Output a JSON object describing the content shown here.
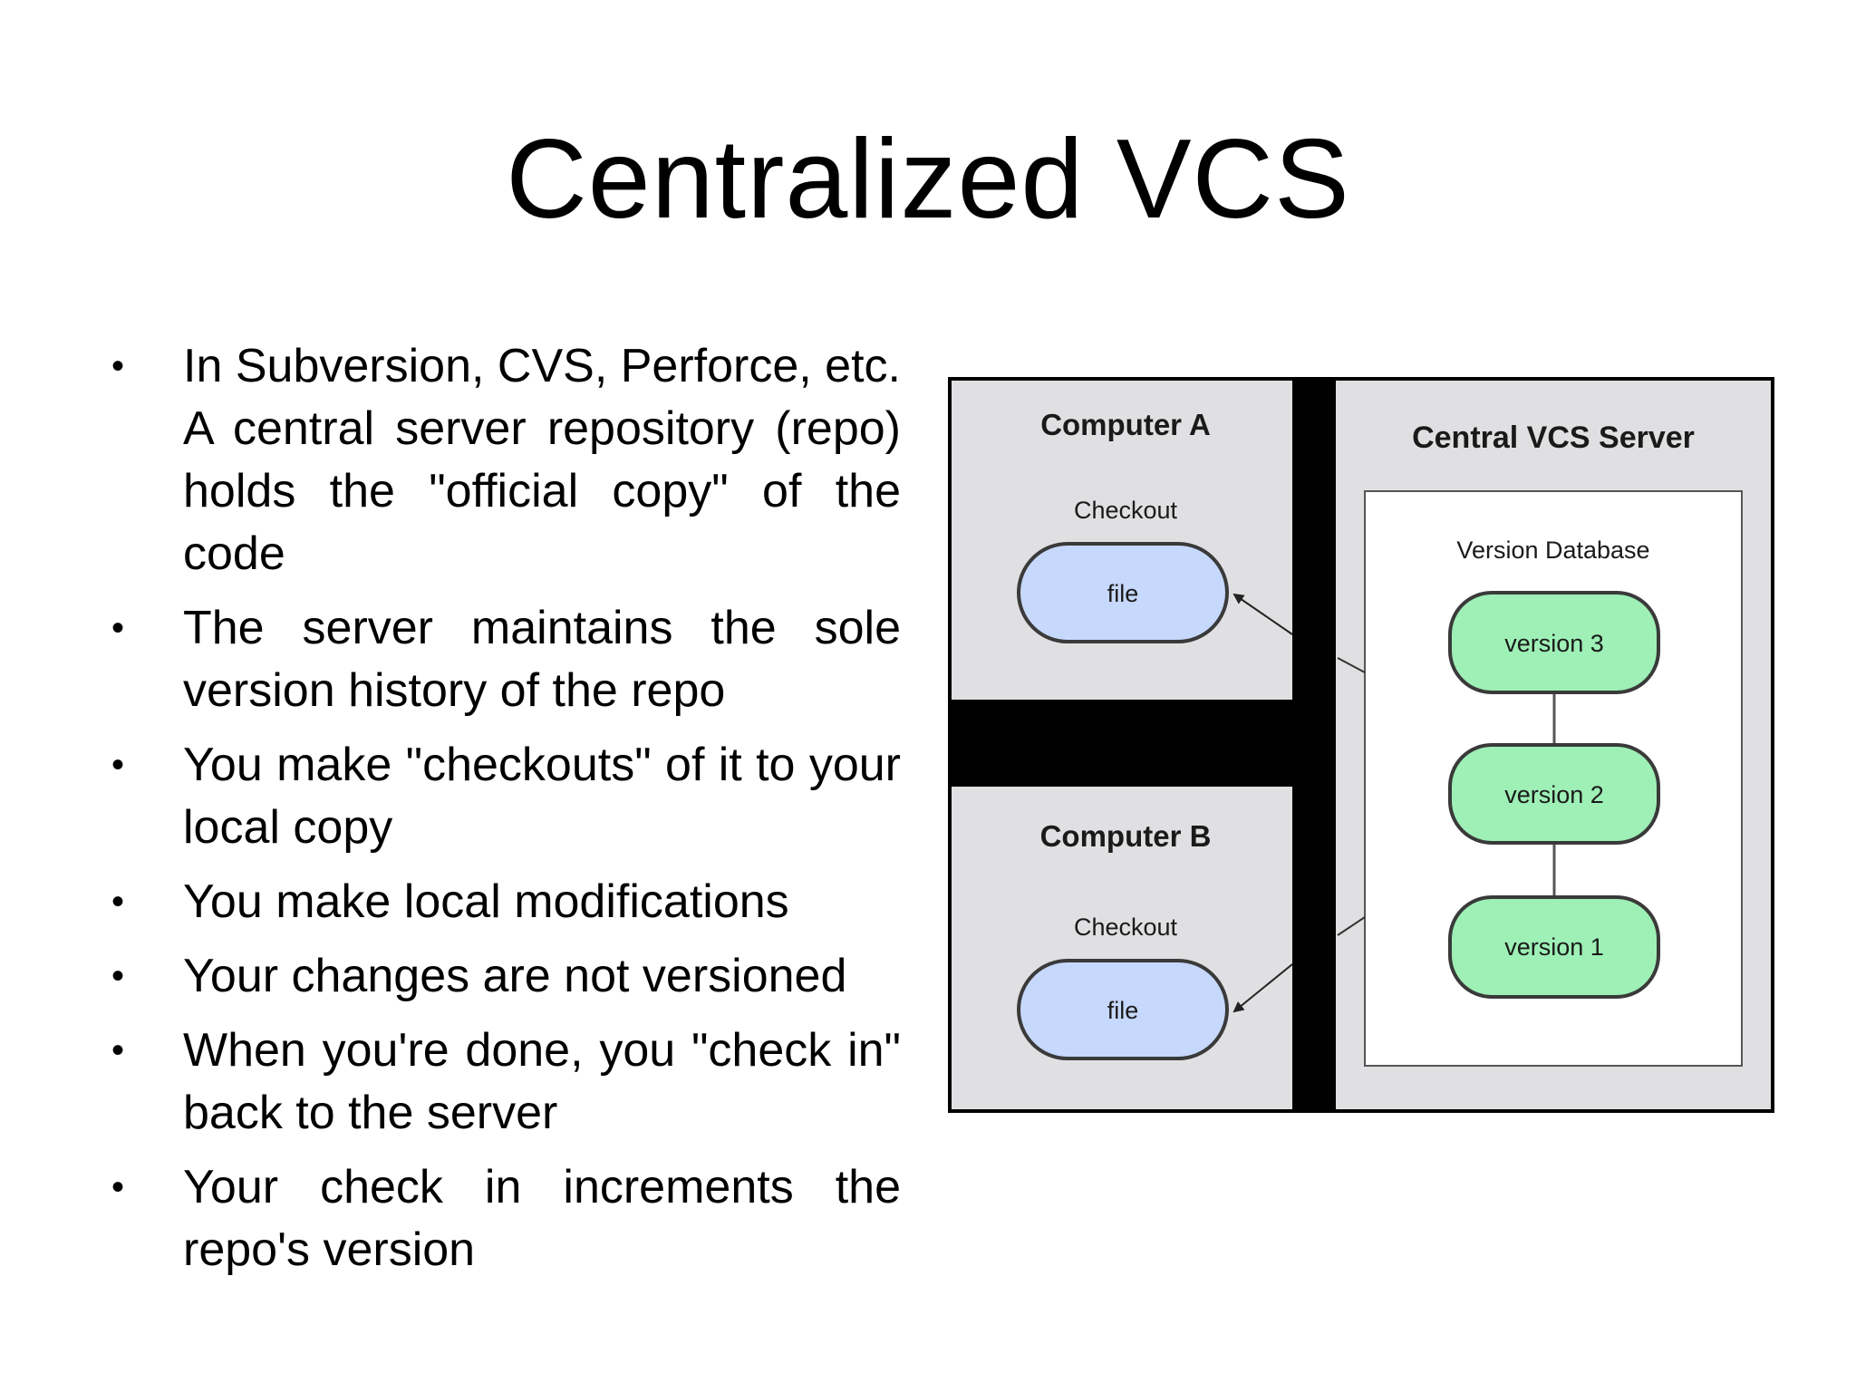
{
  "title": "Centralized VCS",
  "bullets": [
    "In Subversion, CVS, Perforce, etc. A central server repository (repo) holds the \"official copy\" of the code",
    "The server maintains the sole version history of the repo",
    "You make \"checkouts\" of it to your local copy",
    "You make local modifications",
    "Your changes are not versioned",
    "When you're done, you \"check in\" back to the server",
    "Your check in increments the repo's version"
  ],
  "bullet_symbol": "•",
  "diagram": {
    "computer_a": {
      "title": "Computer A",
      "checkout_label": "Checkout",
      "file_label": "file"
    },
    "computer_b": {
      "title": "Computer B",
      "checkout_label": "Checkout",
      "file_label": "file"
    },
    "server": {
      "title": "Central VCS Server",
      "database_label": "Version Database",
      "versions": [
        "version 3",
        "version 2",
        "version 1"
      ]
    },
    "colors": {
      "panel_bg": "#e0e0e2",
      "file_fill": "#c6d8fb",
      "version_fill": "#9ef0b6",
      "divider": "#000000"
    }
  }
}
